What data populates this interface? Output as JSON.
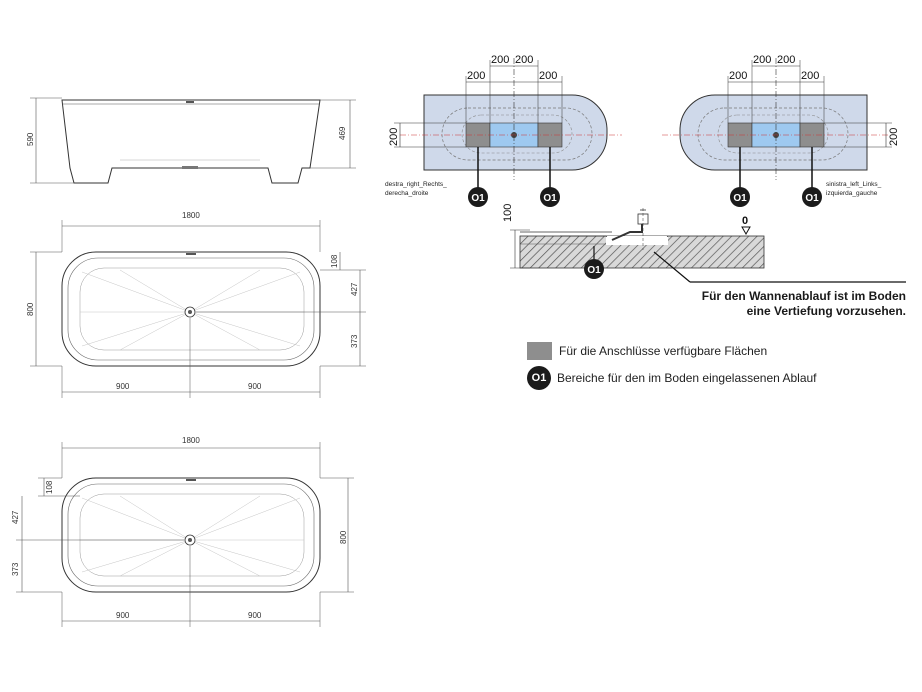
{
  "side_view": {
    "height_label": "590",
    "depth_label": "469"
  },
  "top_view_1": {
    "length_label": "1800",
    "width_label": "800",
    "dim_108": "108",
    "dim_427": "427",
    "dim_373": "373",
    "half_left": "900",
    "half_right": "900"
  },
  "top_view_2": {
    "length_label": "1800",
    "width_label": "800",
    "dim_108": "108",
    "dim_427": "427",
    "dim_373": "373",
    "half_left": "900",
    "half_right": "900"
  },
  "right_plan": {
    "d1": "200",
    "d2": "200",
    "d3": "200",
    "d4": "200",
    "height": "200",
    "caption_line1": "destra_right_Rechts_",
    "caption_line2": "derecha_droite",
    "marker": "O1"
  },
  "left_plan": {
    "d1": "200",
    "d2": "200",
    "d3": "200",
    "d4": "200",
    "height": "200",
    "caption_line1": "sinistra_left_Links_",
    "caption_line2": "izquierda_gauche",
    "marker": "O1"
  },
  "section": {
    "depth": "100",
    "zero": "0",
    "marker": "O1"
  },
  "note": {
    "line1": "Für den Wannenablauf ist im Boden",
    "line2": "eine Vertiefung vorzusehen."
  },
  "legend": {
    "item1": "Für die Anschlüsse verfügbare Flächen",
    "marker": "O1",
    "item2": "Bereiche für den im Boden eingelassenen Ablauf"
  },
  "colors": {
    "plan_fill": "#cfd9ea",
    "connection_gray": "#8e8e8e",
    "drain_blue": "#9ec9f0"
  }
}
